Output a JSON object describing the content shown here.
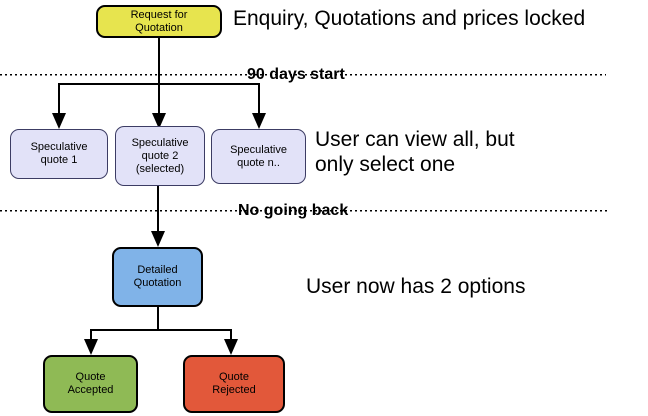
{
  "diagram": {
    "nodes": {
      "rfq": {
        "label": "Request for\nQuotation",
        "fill": "#e7e44e"
      },
      "spec1": {
        "label": "Speculative\nquote 1",
        "fill": "#e2e2f8"
      },
      "spec2": {
        "label": "Speculative\nquote 2\n(selected)",
        "fill": "#e2e2f8"
      },
      "spec3": {
        "label": "Speculative\nquote n..",
        "fill": "#e2e2f8"
      },
      "detailed": {
        "label": "Detailed\nQuotation",
        "fill": "#80b3e8"
      },
      "accepted": {
        "label": "Quote\nAccepted",
        "fill": "#8fba55"
      },
      "rejected": {
        "label": "Quote\nRejected",
        "fill": "#e2583a"
      }
    },
    "dividers": {
      "d1": {
        "label": "90 days start"
      },
      "d2": {
        "label": "No going back"
      }
    },
    "annotations": {
      "top": "Enquiry, Quotations and prices locked",
      "middle": "User can view all, but\nonly select one",
      "bottom": "User now has 2 options"
    },
    "colors": {
      "background": "#ffffff",
      "line": "#000000",
      "node_border": "#000000",
      "spec_node_border": "#3c3c64",
      "yellow": "#e7e44e",
      "lavender": "#e2e2f8",
      "blue": "#80b3e8",
      "green": "#8fba55",
      "red": "#e2583a"
    }
  }
}
